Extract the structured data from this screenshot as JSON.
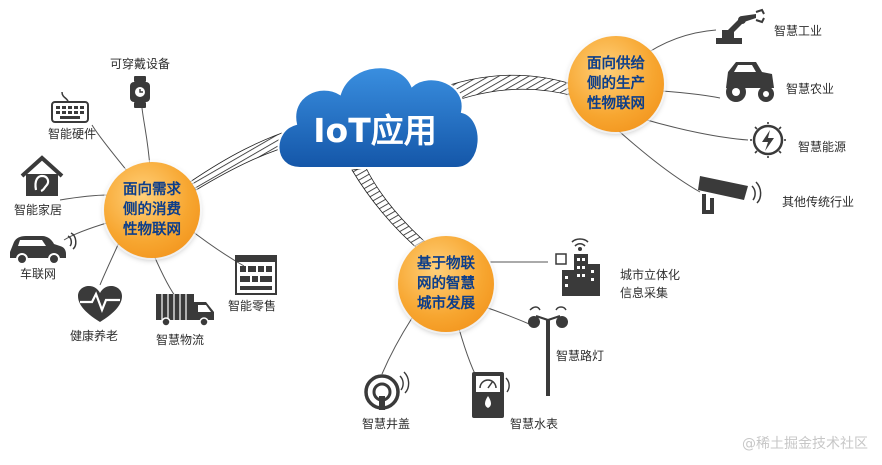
{
  "center": {
    "title": "IoT应用"
  },
  "hubs": {
    "consumer": "面向需求\n侧的消费\n性物联网",
    "supply": "面向供给\n侧的生产\n性物联网",
    "city": "基于物联\n网的智慧\n城市发展"
  },
  "consumer_items": {
    "wearable": "可穿戴设备",
    "hardware": "智能硬件",
    "home": "智能家居",
    "vehicle": "车联网",
    "health": "健康养老",
    "logistics": "智慧物流",
    "retail": "智能零售"
  },
  "supply_items": {
    "industry": "智慧工业",
    "agriculture": "智慧农业",
    "energy": "智慧能源",
    "traditional": "其他传统行业"
  },
  "city_items": {
    "info": "城市立体化\n信息采集",
    "streetlight": "智慧路灯",
    "meter": "智慧水表",
    "manhole": "智慧井盖"
  },
  "watermark": "@稀土掘金技术社区",
  "colors": {
    "hub": "#f7a630",
    "hub_text": "#0d3e8a",
    "cloud": "#1f6fc5",
    "icon": "#3a3a3a"
  }
}
